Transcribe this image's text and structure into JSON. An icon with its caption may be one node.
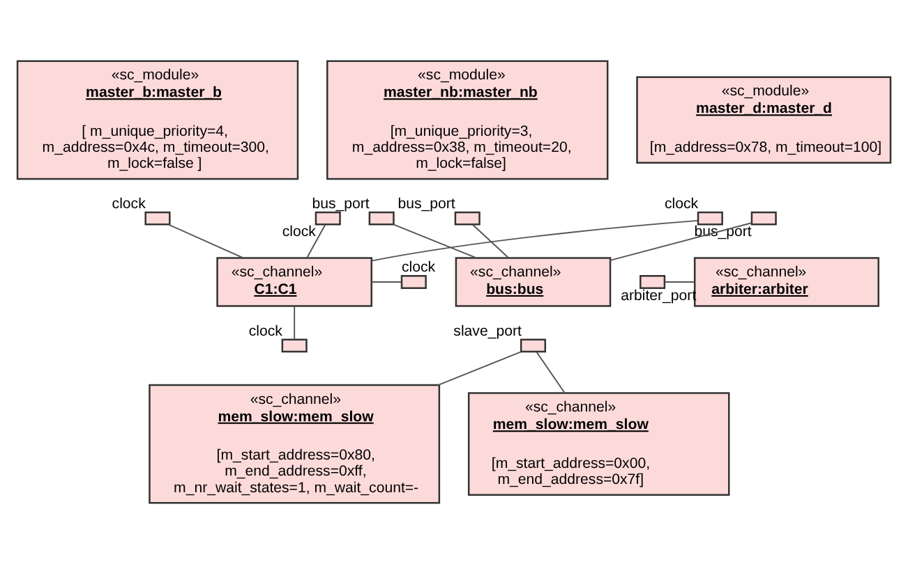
{
  "diagram": {
    "nodes": [
      {
        "text": [
          "«sc_module»",
          "master_b:master_b",
          "[ m_unique_priority=4, m_address=0x4c, m_timeout=300, m_lock=false ]"
        ]
      },
      {
        "text": [
          "«sc_module»",
          "master_nb:master_nb",
          "[m_unique_priority=3, m_address=0x38, m_timeout=20, m_lock=false]"
        ]
      },
      {
        "text": [
          "«sc_module»",
          "master_d:master_d",
          "[m_address=0x78, m_timeout=100]"
        ]
      },
      {
        "text": [
          "«sc_channel»",
          "C1:C1"
        ]
      },
      {
        "text": [
          "«sc_channel»",
          "bus:bus"
        ]
      },
      {
        "text": [
          "«sc_channel»",
          "arbiter:arbiter"
        ]
      },
      {
        "text": [
          "«sc_channel»",
          "mem_slow:mem_slow",
          "[m_start_address=0x80, m_end_address=0xff, m_nr_wait_states=1, m_wait_count=-"
        ]
      },
      {
        "text": [
          "«sc_channel»",
          "mem_slow:mem_slow",
          "[m_start_address=0x00, m_end_address=0x7f]"
        ]
      },
      {
        "text": [],
        "shape": "box",
        "beside": [
          "clock"
        ]
      },
      {
        "text": [],
        "shape": "box",
        "beside": [
          "bus_port"
        ]
      },
      {
        "text": [],
        "shape": "box",
        "beside": [
          "clock"
        ]
      },
      {
        "text": [],
        "shape": "box",
        "beside": [
          "bus_port"
        ]
      },
      {
        "text": [],
        "shape": "box",
        "beside": [
          "clock"
        ]
      },
      {
        "text": [],
        "shape": "box",
        "beside": [
          "bus_port"
        ]
      },
      {
        "text": [],
        "shape": "box",
        "beside": [
          "clock"
        ]
      },
      {
        "text": [],
        "shape": "box",
        "beside": [
          "arbiter_port"
        ]
      },
      {
        "text": [],
        "shape": "box",
        "beside": [
          "slave_port"
        ]
      },
      {
        "text": [],
        "shape": "box",
        "beside": [
          "clock"
        ]
      }
    ],
    "edges": [
      {
        "from": 8,
        "to": 3,
        "arrow": "none"
      },
      {
        "from": 10,
        "to": 3,
        "arrow": "none"
      },
      {
        "from": 12,
        "to": 3,
        "arrow": "none"
      },
      {
        "from": 9,
        "to": 4,
        "arrow": "none"
      },
      {
        "from": 11,
        "to": 4,
        "arrow": "none"
      },
      {
        "from": 13,
        "to": 4,
        "arrow": "none"
      },
      {
        "from": 3,
        "to": 14,
        "arrow": "none"
      },
      {
        "from": 15,
        "to": 5,
        "arrow": "none"
      },
      {
        "from": 3,
        "to": 17,
        "arrow": "none"
      },
      {
        "from": 16,
        "to": 6,
        "arrow": "none"
      },
      {
        "from": 16,
        "to": 7,
        "arrow": "none"
      }
    ]
  }
}
